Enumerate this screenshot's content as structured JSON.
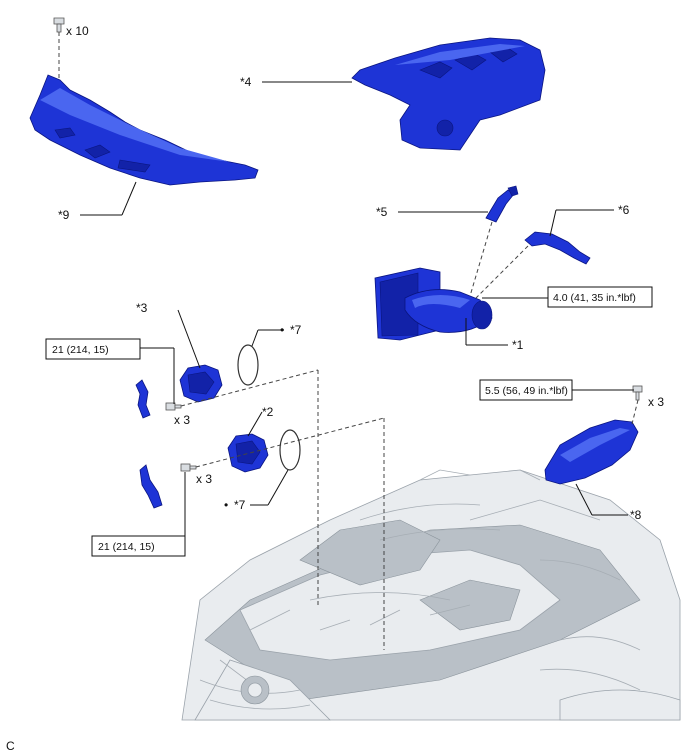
{
  "labels": {
    "p1": "*1",
    "p2": "*2",
    "p3": "*3",
    "p4": "*4",
    "p5": "*5",
    "p6": "*6",
    "p7a": "*7",
    "p7b": "*7",
    "p8": "*8",
    "p9": "*9"
  },
  "quantities": {
    "q10": "x 10",
    "q3a": "x 3",
    "q3b": "x 3",
    "q3c": "x 3"
  },
  "torques": {
    "t1": "4.0 (41, 35 in.*lbf)",
    "t2": "5.5 (56, 49 in.*lbf)",
    "t3": "21 (214, 15)",
    "t4": "21 (214, 15)"
  },
  "marks": {
    "bullet": "•",
    "corner": "C"
  },
  "colors": {
    "part_blue": "#1e34d6",
    "engine_gray": "#e9ecef"
  }
}
